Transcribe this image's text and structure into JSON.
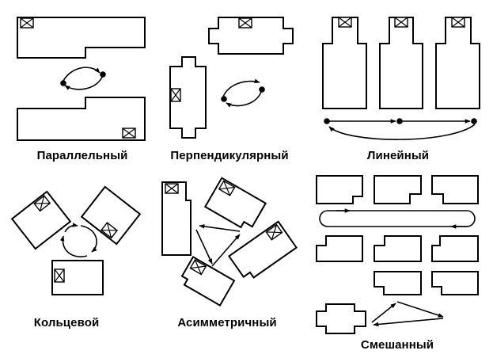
{
  "captions": {
    "parallel": "Параллельный",
    "perpendicular": "Перпендикулярный",
    "linear": "Линейный",
    "ring": "Кольцевой",
    "asymmetric": "Асимметричный",
    "mixed": "Смешанный"
  }
}
